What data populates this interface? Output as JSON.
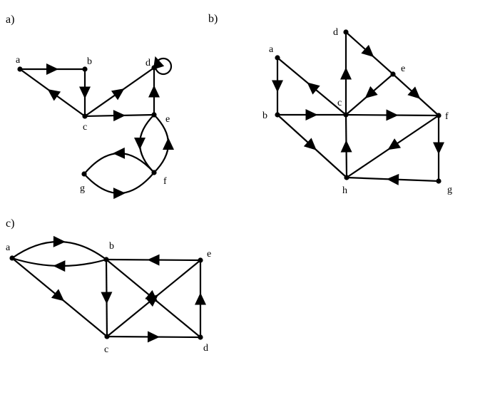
{
  "panels": [
    {
      "label": "a)",
      "nodes": [
        {
          "id": "a",
          "label": "a"
        },
        {
          "id": "b",
          "label": "b"
        },
        {
          "id": "c",
          "label": "c"
        },
        {
          "id": "d",
          "label": "d"
        },
        {
          "id": "e",
          "label": "e"
        },
        {
          "id": "f",
          "label": "f"
        },
        {
          "id": "g",
          "label": "g"
        }
      ],
      "edges": [
        {
          "from": "a",
          "to": "b"
        },
        {
          "from": "b",
          "to": "c"
        },
        {
          "from": "c",
          "to": "a"
        },
        {
          "from": "c",
          "to": "d"
        },
        {
          "from": "c",
          "to": "e"
        },
        {
          "from": "e",
          "to": "d"
        },
        {
          "from": "d",
          "to": "d"
        },
        {
          "from": "e",
          "to": "f"
        },
        {
          "from": "f",
          "to": "e"
        },
        {
          "from": "f",
          "to": "g"
        },
        {
          "from": "g",
          "to": "f"
        }
      ]
    },
    {
      "label": "b)",
      "nodes": [
        {
          "id": "a",
          "label": "a"
        },
        {
          "id": "b",
          "label": "b"
        },
        {
          "id": "c",
          "label": "c"
        },
        {
          "id": "d",
          "label": "d"
        },
        {
          "id": "e",
          "label": "e"
        },
        {
          "id": "f",
          "label": "f"
        },
        {
          "id": "g",
          "label": "g"
        },
        {
          "id": "h",
          "label": "h"
        }
      ],
      "edges": [
        {
          "from": "a",
          "to": "b"
        },
        {
          "from": "c",
          "to": "a"
        },
        {
          "from": "b",
          "to": "c"
        },
        {
          "from": "d",
          "to": "e"
        },
        {
          "from": "e",
          "to": "f"
        },
        {
          "from": "c",
          "to": "d"
        },
        {
          "from": "e",
          "to": "c"
        },
        {
          "from": "c",
          "to": "f"
        },
        {
          "from": "b",
          "to": "h"
        },
        {
          "from": "h",
          "to": "c"
        },
        {
          "from": "f",
          "to": "h"
        },
        {
          "from": "f",
          "to": "g"
        },
        {
          "from": "g",
          "to": "h"
        }
      ]
    },
    {
      "label": "c)",
      "nodes": [
        {
          "id": "a",
          "label": "a"
        },
        {
          "id": "b",
          "label": "b"
        },
        {
          "id": "c",
          "label": "c"
        },
        {
          "id": "d",
          "label": "d"
        },
        {
          "id": "e",
          "label": "e"
        }
      ],
      "edges": [
        {
          "from": "a",
          "to": "b"
        },
        {
          "from": "b",
          "to": "a"
        },
        {
          "from": "a",
          "to": "c"
        },
        {
          "from": "b",
          "to": "c"
        },
        {
          "from": "e",
          "to": "b"
        },
        {
          "from": "b",
          "to": "d"
        },
        {
          "from": "c",
          "to": "e"
        },
        {
          "from": "c",
          "to": "d"
        },
        {
          "from": "d",
          "to": "e"
        }
      ]
    }
  ]
}
